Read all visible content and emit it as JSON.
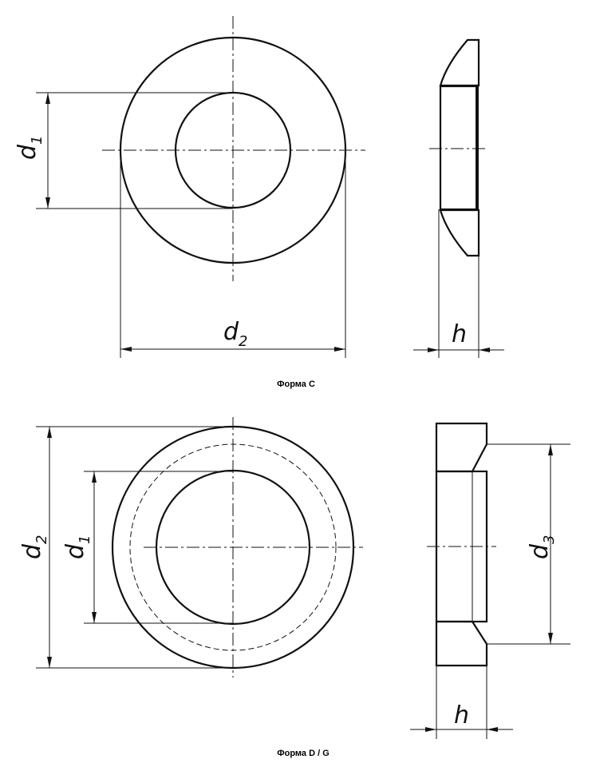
{
  "form_c": {
    "caption": "Форма C",
    "labels": {
      "d1": "d",
      "d1_sub": "1",
      "d2": "d",
      "d2_sub": "2",
      "h": "h"
    }
  },
  "form_dg": {
    "caption": "Форма D / G",
    "labels": {
      "d1": "d",
      "d1_sub": "1",
      "d2": "d",
      "d2_sub": "2",
      "d3": "d",
      "d3_sub": "3",
      "h": "h"
    }
  }
}
